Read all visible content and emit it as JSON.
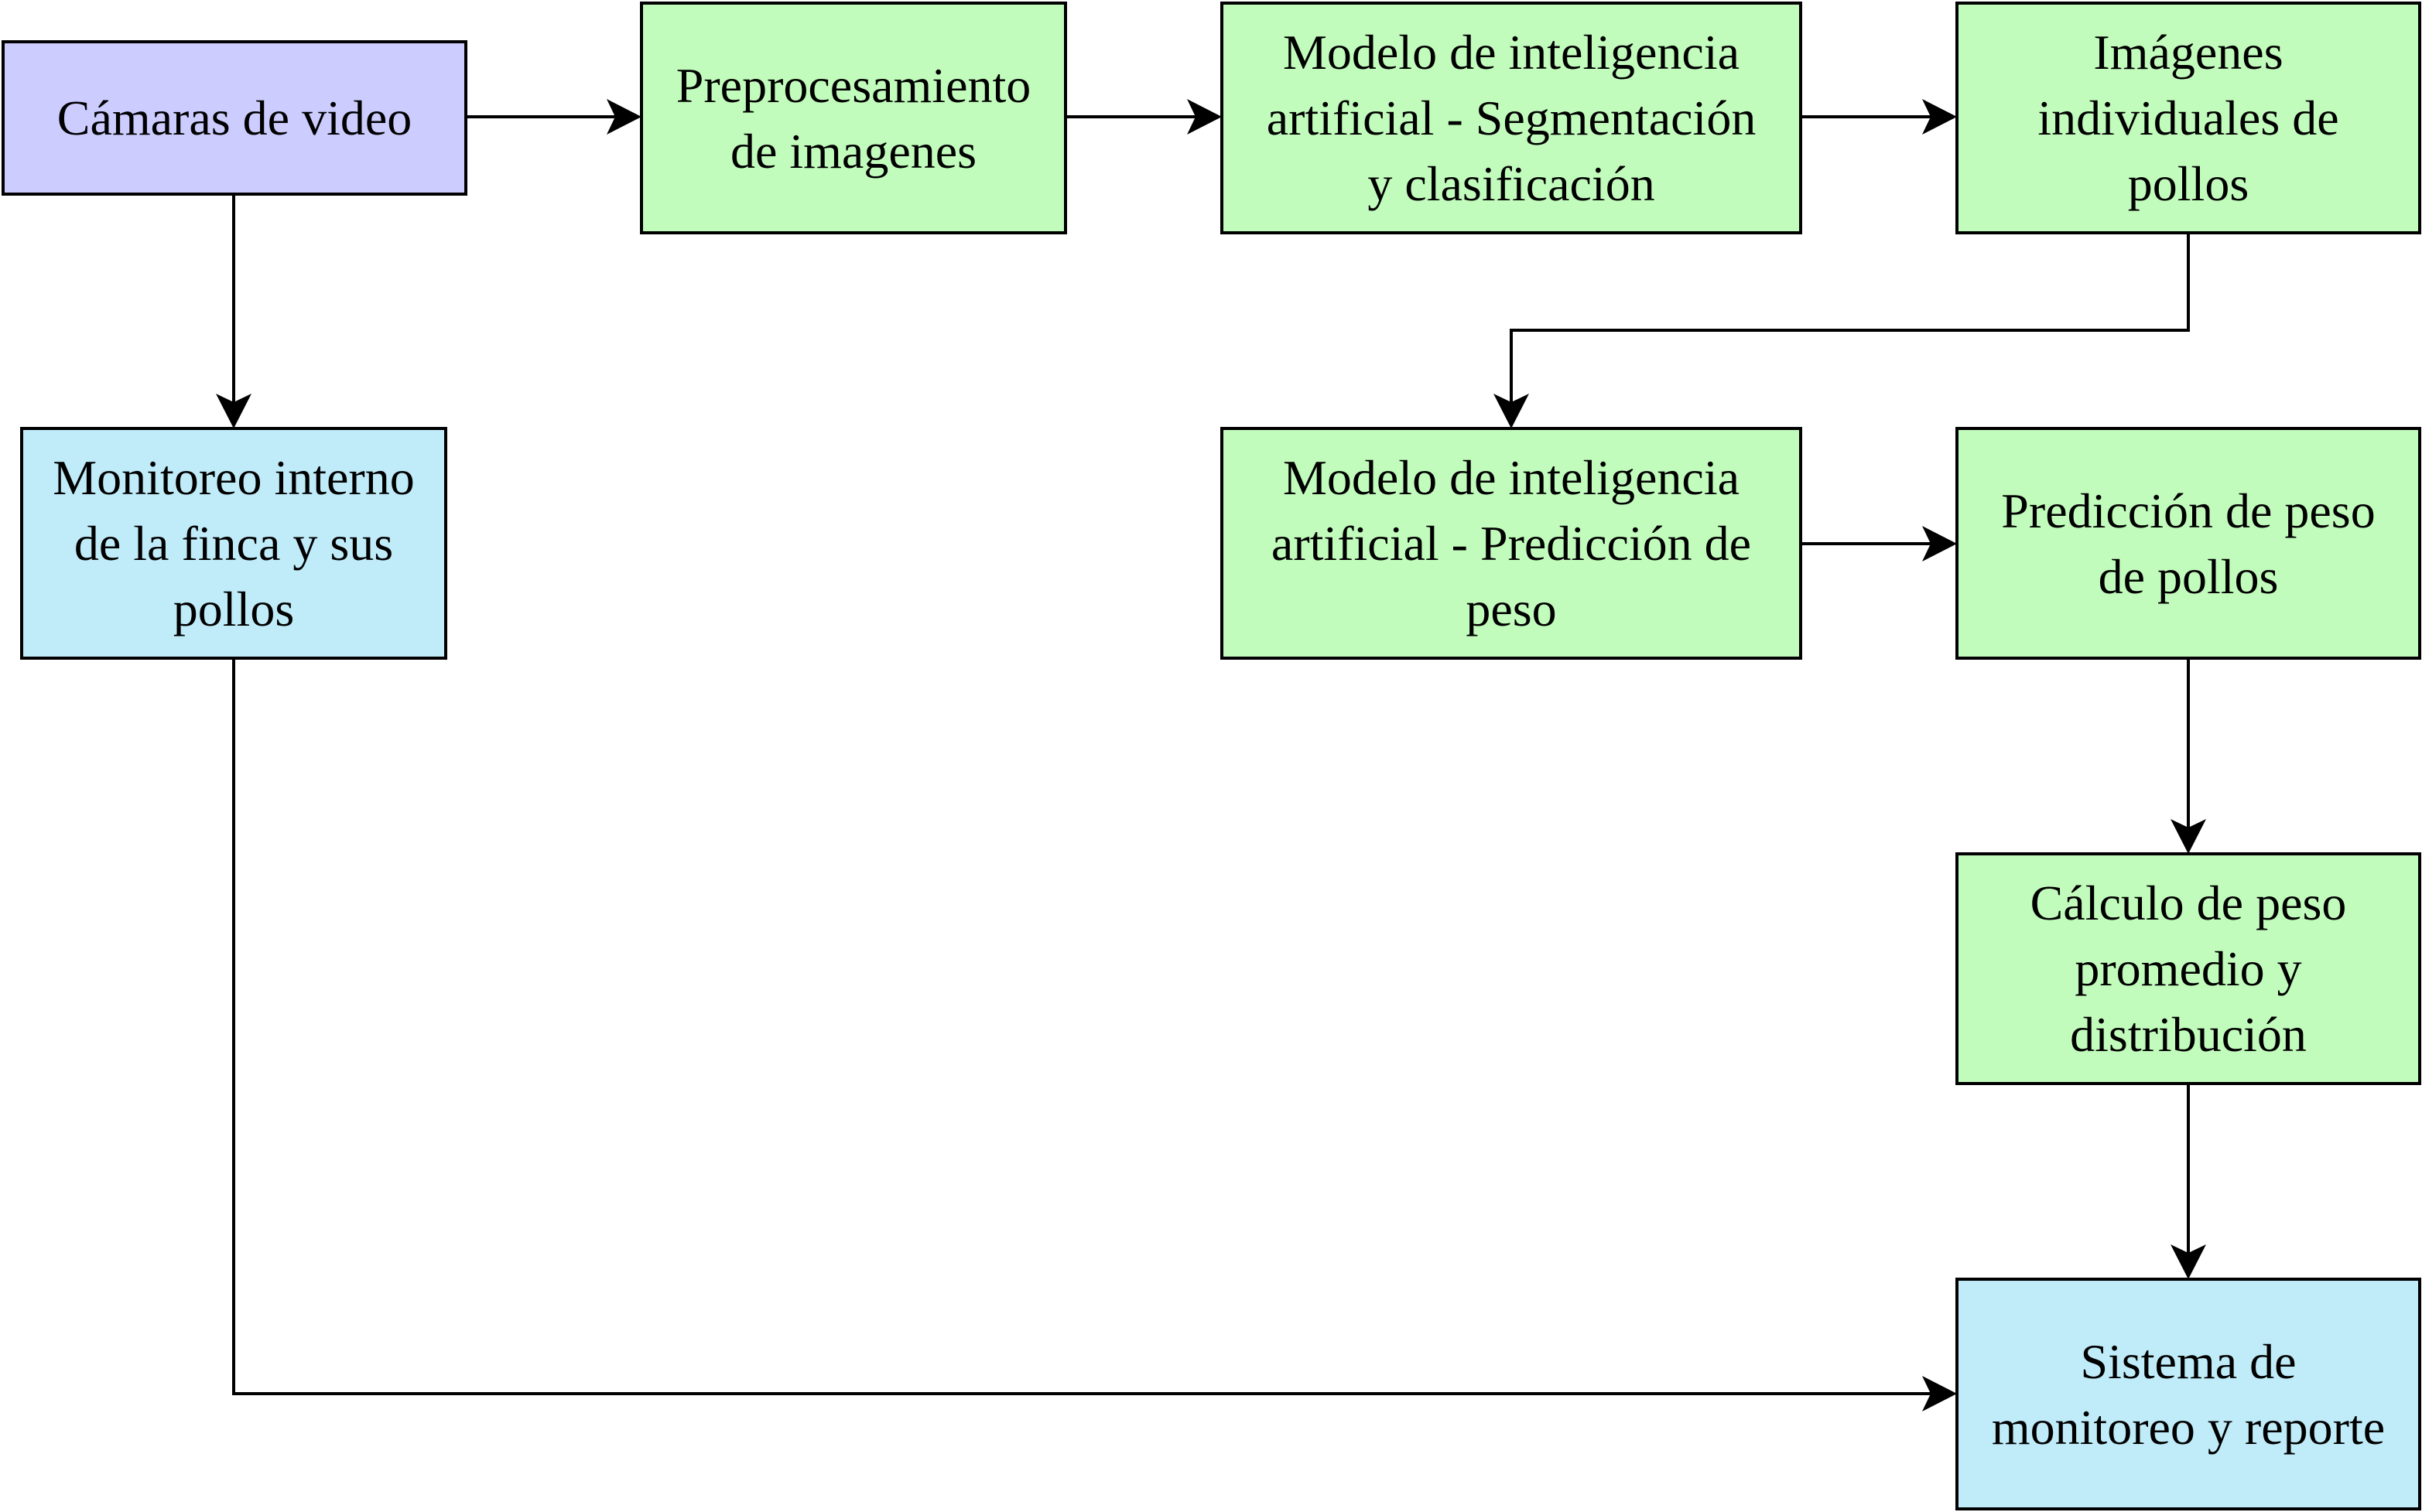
{
  "colors": {
    "violet": "#ccccff",
    "green": "#c2fcbc",
    "blue": "#c0ecfa",
    "stroke": "#000000"
  },
  "nodes": {
    "camaras": {
      "label": "Cámaras de video"
    },
    "preprocesamiento": {
      "label": "Preprocesamiento\nde imagenes"
    },
    "modelo_segmentacion": {
      "label": "Modelo de inteligencia\nartificial - Segmentación\ny clasificación"
    },
    "imagenes_individuales": {
      "label": "Imágenes\nindividuales de\npollos"
    },
    "monitoreo_interno": {
      "label": "Monitoreo interno\nde la finca y sus\npollos"
    },
    "modelo_prediccion": {
      "label": "Modelo de inteligencia\nartificial - Predicción de\npeso"
    },
    "prediccion_peso": {
      "label": "Predicción de peso\nde pollos"
    },
    "calculo_peso": {
      "label": "Cálculo de peso\npromedio y\ndistribución"
    },
    "sistema_monitoreo": {
      "label": "Sistema de\nmonitoreo y reporte"
    }
  },
  "edges": [
    {
      "from": "camaras",
      "to": "preprocesamiento"
    },
    {
      "from": "preprocesamiento",
      "to": "modelo_segmentacion"
    },
    {
      "from": "modelo_segmentacion",
      "to": "imagenes_individuales"
    },
    {
      "from": "imagenes_individuales",
      "to": "modelo_prediccion"
    },
    {
      "from": "modelo_prediccion",
      "to": "prediccion_peso"
    },
    {
      "from": "prediccion_peso",
      "to": "calculo_peso"
    },
    {
      "from": "calculo_peso",
      "to": "sistema_monitoreo"
    },
    {
      "from": "camaras",
      "to": "monitoreo_interno"
    },
    {
      "from": "monitoreo_interno",
      "to": "sistema_monitoreo"
    }
  ]
}
